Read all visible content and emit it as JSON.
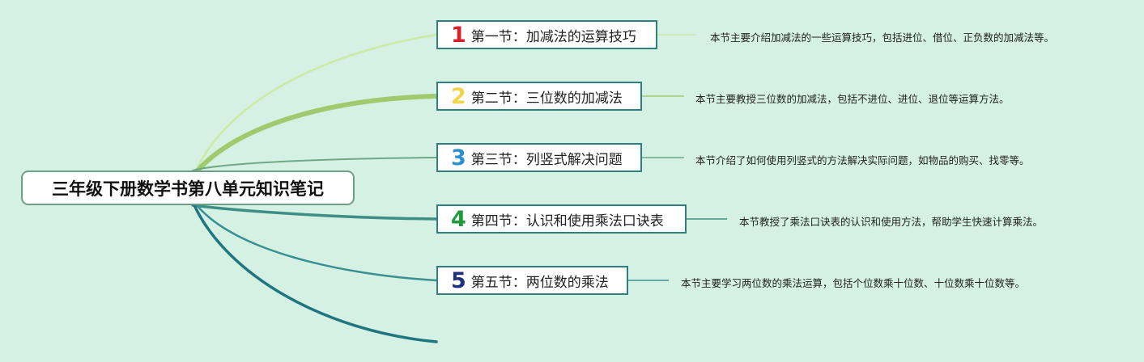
{
  "central_topic": "三年级下册数学书第八单元知识笔记",
  "branches": [
    {
      "number": "1",
      "number_color": "#d9202a",
      "title": "第一节：加减法的运算技巧",
      "description": "本节主要介绍加减法的一些运算技巧，包括进位、借位、正负数的加减法等。",
      "branch_color": "#c8eba6"
    },
    {
      "number": "2",
      "number_color": "#f2d44c",
      "title": "第二节：三位数的加减法",
      "description": "本节主要教授三位数的加减法，包括不进位、进位、退位等运算方法。",
      "branch_color": "#9fca6e"
    },
    {
      "number": "3",
      "number_color": "#2f8fd0",
      "title": "第三节：列竖式解决问题",
      "description": "本节介绍了如何使用列竖式的方法解决实际问题，如物品的购买、找零等。",
      "branch_color": "#6ea985"
    },
    {
      "number": "4",
      "number_color": "#1f9a3a",
      "title": "第四节：认识和使用乘法口诀表",
      "description": "本节教授了乘法口诀表的认识和使用方法，帮助学生快速计算乘法。",
      "branch_color": "#3c8f86"
    },
    {
      "number": "5",
      "number_color": "#1f2f7a",
      "title": "第五节：两位数的乘法",
      "description": "本节主要学习两位数的乘法运算，包括个位数乘十位数、十位数乘十位数等。",
      "branch_color": "#3a8f93"
    }
  ],
  "extra_branch_color": "#1f7580"
}
